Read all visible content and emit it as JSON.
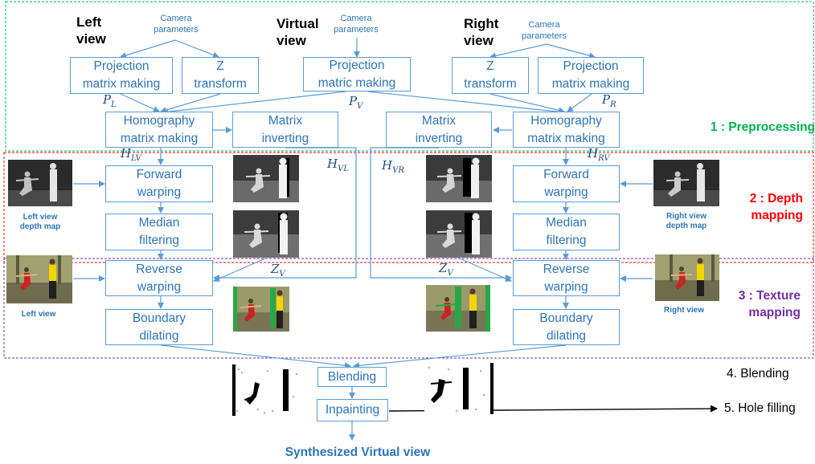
{
  "views": {
    "left": {
      "title_line1": "Left",
      "title_line2": "view"
    },
    "virtual": {
      "title_line1": "Virtual",
      "title_line2": "view"
    },
    "right": {
      "title_line1": "Right",
      "title_line2": "view"
    }
  },
  "camera_parameters": {
    "line1": "Camera",
    "line2": "parameters"
  },
  "boxes": {
    "proj_left": [
      "Projection",
      "matrix making"
    ],
    "z_left": [
      "Z",
      "transform"
    ],
    "proj_virtual": [
      "Projection",
      "matric making"
    ],
    "z_right": [
      "Z",
      "transform"
    ],
    "proj_right": [
      "Projection",
      "matrix making"
    ],
    "homo_left": [
      "Homography",
      "matrix making"
    ],
    "inv_left": [
      "Matrix",
      "inverting"
    ],
    "inv_right": [
      "Matrix",
      "inverting"
    ],
    "homo_right": [
      "Homography",
      "matrix making"
    ],
    "fwd_left": [
      "Forward",
      "warping"
    ],
    "fwd_right": [
      "Forward",
      "warping"
    ],
    "med_left": [
      "Median",
      "filtering"
    ],
    "med_right": [
      "Median",
      "filtering"
    ],
    "rev_left": [
      "Reverse",
      "warping"
    ],
    "rev_right": [
      "Reverse",
      "warping"
    ],
    "bd_left": [
      "Boundary",
      "dilating"
    ],
    "bd_right": [
      "Boundary",
      "dilating"
    ],
    "blend": "Blending",
    "inpaint": "Inpainting"
  },
  "math": {
    "pl": {
      "base": "P",
      "sub": "L"
    },
    "pv": {
      "base": "P",
      "sub": "V"
    },
    "pr": {
      "base": "P",
      "sub": "R"
    },
    "hlv": {
      "base": "H",
      "sub": "LV"
    },
    "hrv": {
      "base": "H",
      "sub": "RV"
    },
    "hvl": {
      "base": "H",
      "sub": "VL"
    },
    "hvr": {
      "base": "H",
      "sub": "VR"
    },
    "zv_left": {
      "base": "Z",
      "sub": "V"
    },
    "zv_right": {
      "base": "Z",
      "sub": "V"
    }
  },
  "stages": {
    "s1": {
      "line1": "1 : Preprocessing",
      "color": "#00b050"
    },
    "s2": {
      "line1": "2 : Depth",
      "line2": "mapping",
      "color": "#ff0000"
    },
    "s3": {
      "line1": "3 : Texture",
      "line2": "mapping",
      "color": "#7030a0"
    },
    "s4": {
      "line1": "4. Blending",
      "color": "#000000"
    },
    "s5": {
      "line1": "5. Hole filling",
      "color": "#000000"
    }
  },
  "captions": {
    "left_depth": [
      "Left view",
      "depth map"
    ],
    "right_depth": [
      "Right view",
      "depth map"
    ],
    "left_view": "Left view",
    "right_view": "Right view"
  },
  "output_label": "Synthesized Virtual view",
  "colors": {
    "box_border": "#5b9bd5",
    "box_text": "#2e75b6",
    "arrow": "#5b9bd5",
    "preprocessing_border": "#00b050",
    "depth_border": "#ff0000",
    "texture_border": "#7030a0"
  }
}
